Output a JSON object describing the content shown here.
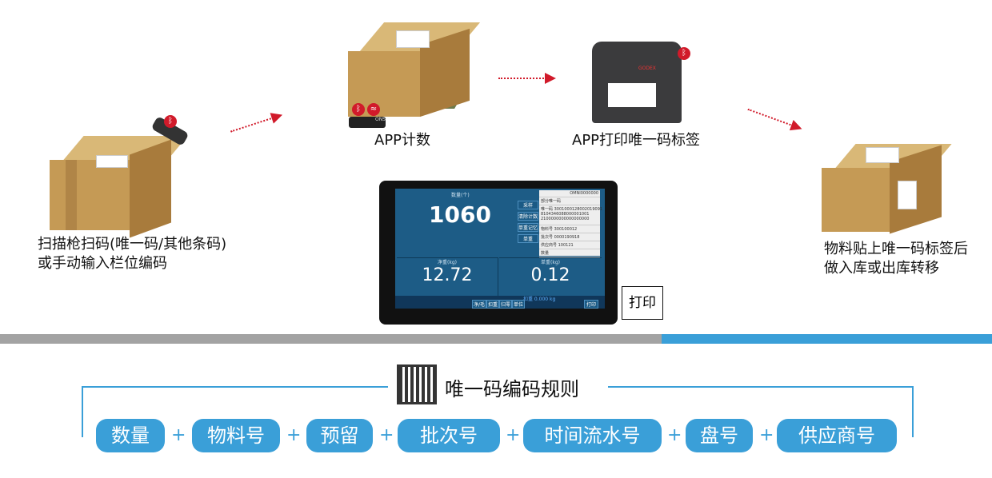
{
  "steps": {
    "scan": "扫描枪扫码(唯一码/其他条码)\n或手动输入栏位编码",
    "count": "APP计数",
    "print": "APP打印唯一码标签",
    "store": "物料贴上唯一码标签后\n做入库或出库转移"
  },
  "scale_brand": "ONS",
  "printer_brand": "GODEX",
  "tablet": {
    "qty_label": "数量(个)",
    "qty": "1060",
    "buttons": [
      "采样",
      "清除计数",
      "单重记忆",
      "单重"
    ],
    "net_label": "净重(kg)",
    "net": "12.72",
    "unit_label": "单重(kg)",
    "unit": "0.12",
    "tare": "扣重 0.000 kg",
    "bottom_buttons": [
      "净/毛",
      "扣重",
      "归零",
      "单位"
    ],
    "print_btn": "打印",
    "panel": {
      "device": "OMNI0000000",
      "toggle_label": "部分唯一码",
      "rows": [
        [
          "唯一码",
          "3001000128002019091\n8104346088000001001\n2100000000000000000"
        ],
        [
          "物料号",
          "300100012"
        ],
        [
          "批次号",
          "0000190918"
        ],
        [
          "供应商号",
          "100121"
        ],
        [
          "数量",
          ""
        ]
      ]
    }
  },
  "callout": "打印",
  "rule": {
    "title": "唯一码编码规则",
    "parts": [
      "数量",
      "物料号",
      "预留",
      "批次号",
      "时间流水号",
      "盘号",
      "供应商号"
    ],
    "sep": "+"
  },
  "colors": {
    "blue": "#3a9fd8",
    "grey": "#a3a3a3",
    "red": "#d11a2a"
  }
}
